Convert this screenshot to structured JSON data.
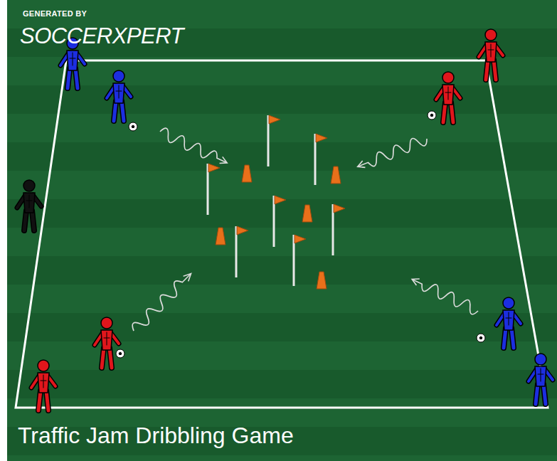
{
  "diagram": {
    "title": "Traffic Jam Dribbling Game",
    "labels": [
      "GENERATED BY",
      "SOCCERXPERT"
    ]
  }
}
